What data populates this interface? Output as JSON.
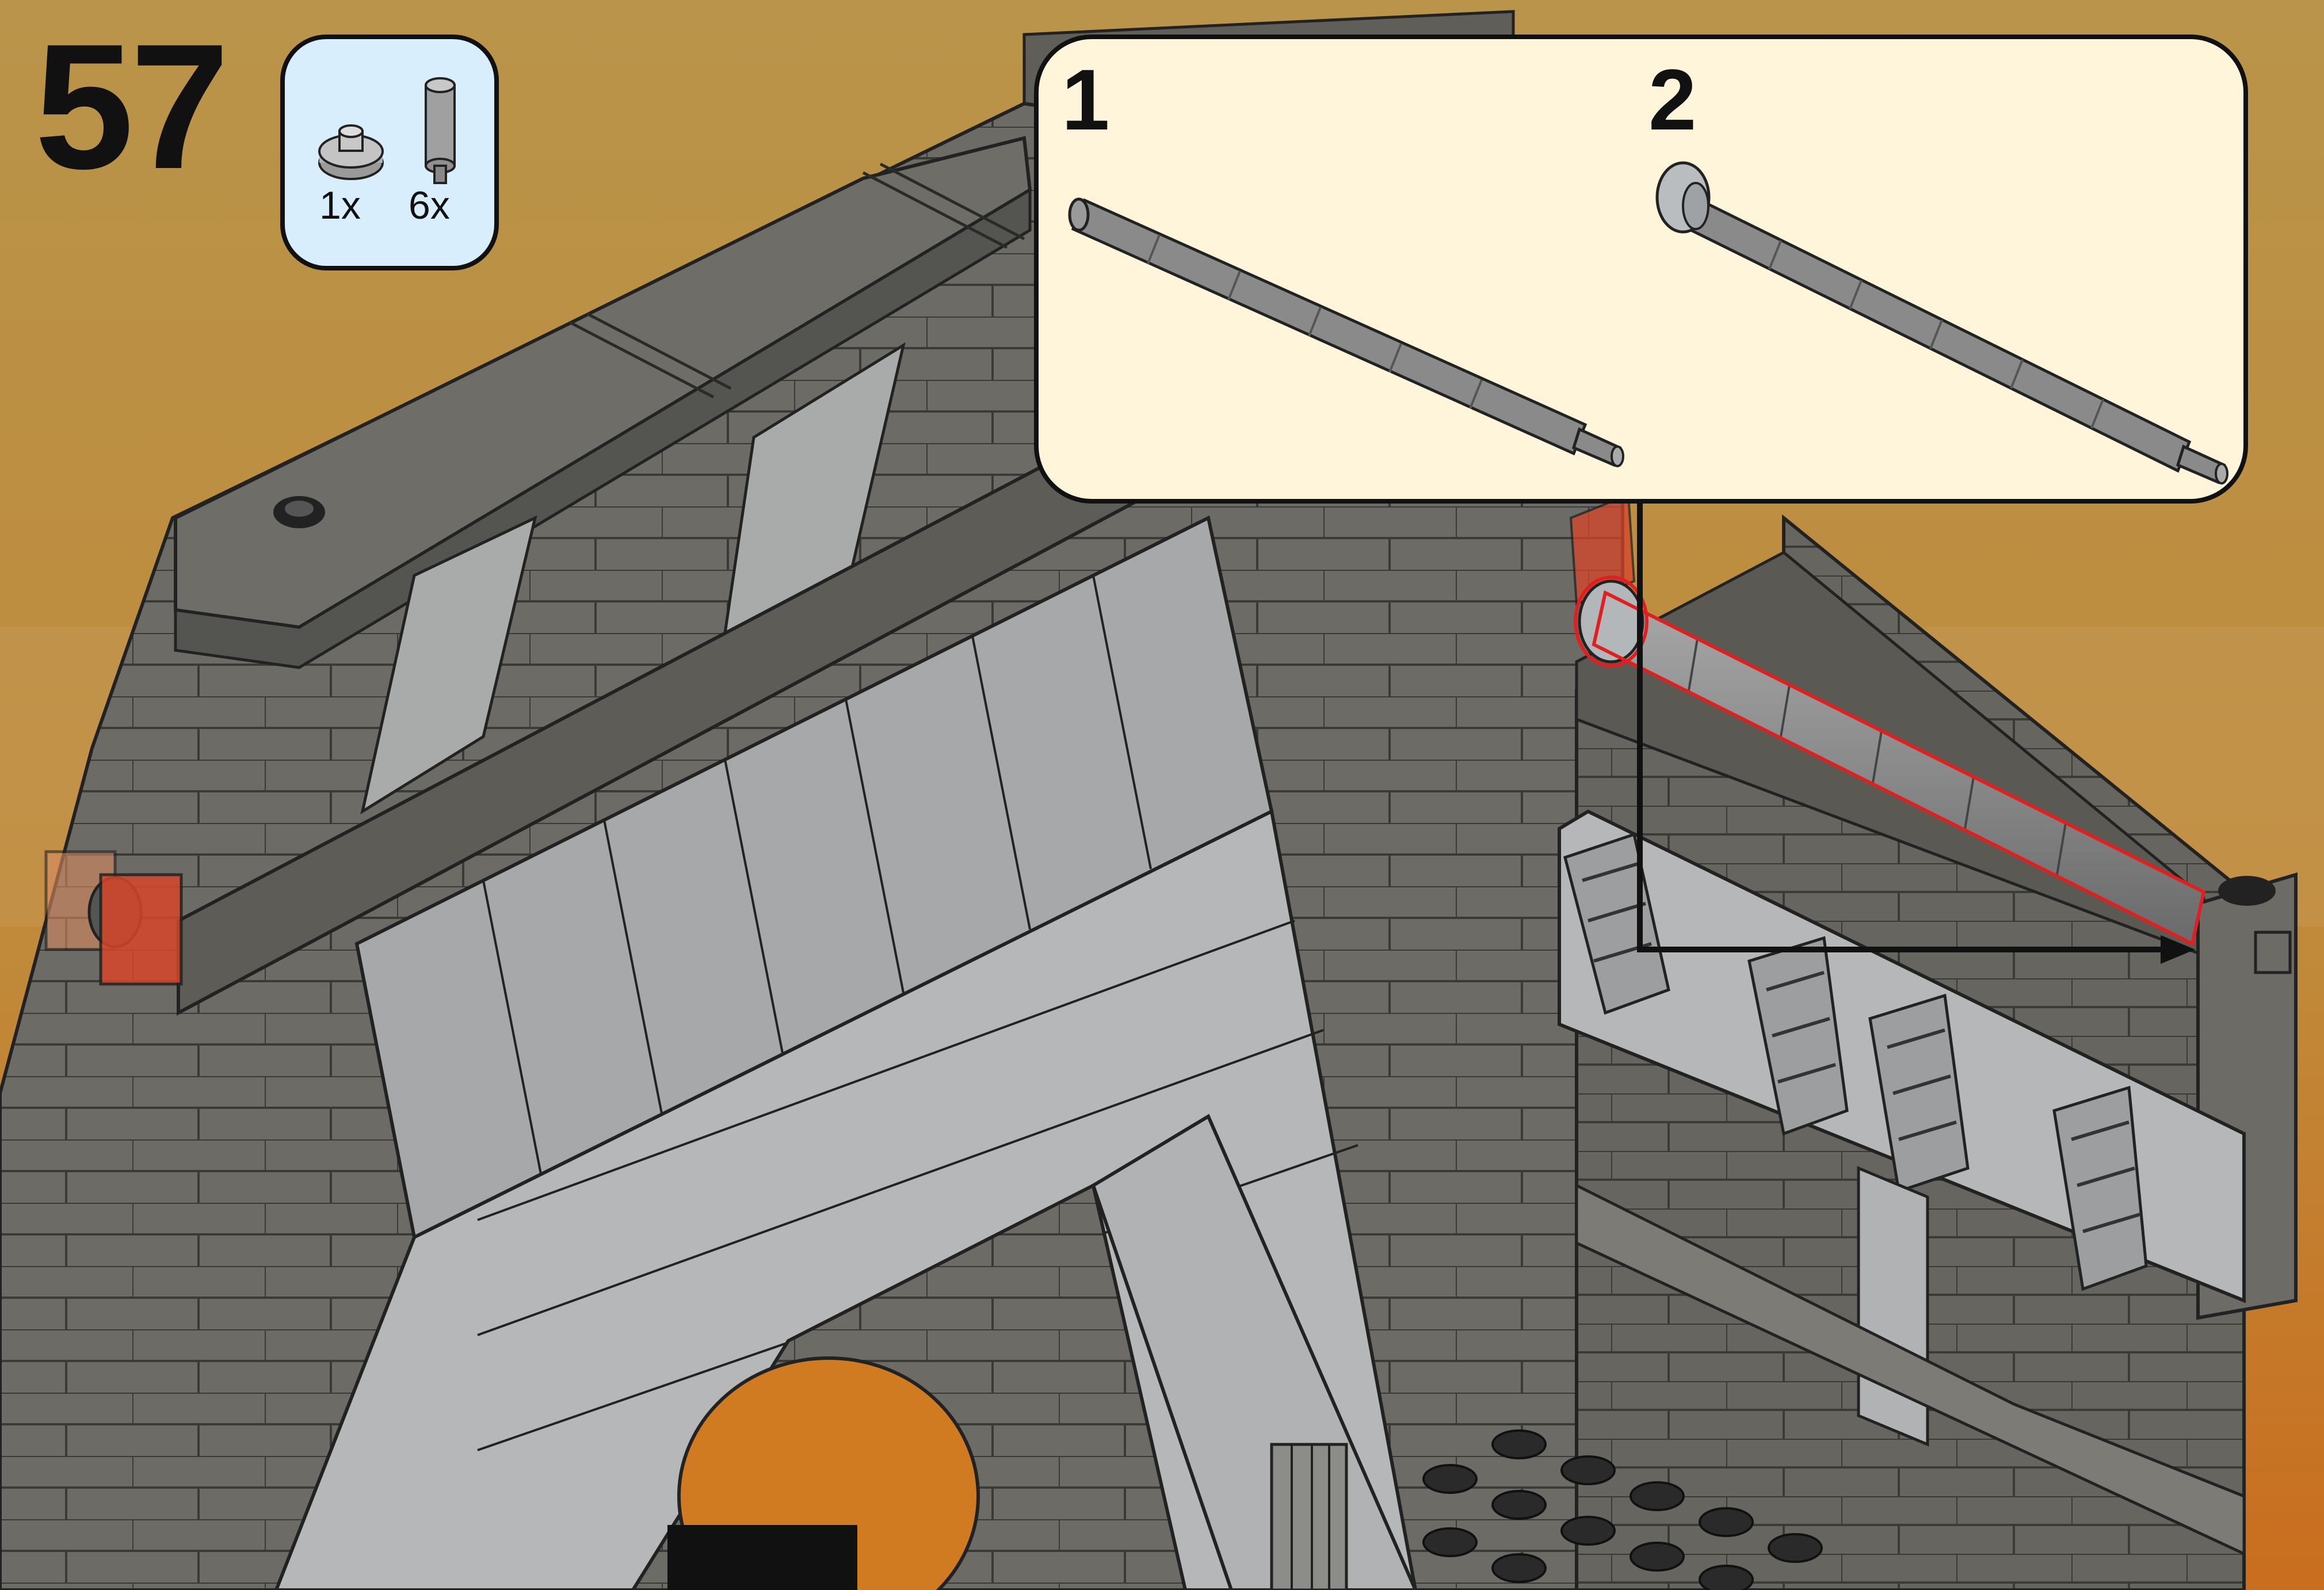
{
  "step": {
    "number": "57"
  },
  "parts_list": {
    "items": [
      {
        "icon": "round-plate-with-pin-icon",
        "quantity": "1x"
      },
      {
        "icon": "bar-with-stud-icon",
        "quantity": "6x"
      }
    ]
  },
  "callout": {
    "sub_steps": [
      {
        "label": "1",
        "icon": "bar-icon"
      },
      {
        "label": "2",
        "icon": "bar-with-round-cap-icon"
      }
    ]
  },
  "colors": {
    "background": "#b8903e",
    "wall_dark": "#6b6a64",
    "wall_light": "#a9abab",
    "callout_bg": "#fff5da",
    "parts_bg": "#d8eefc",
    "highlight": "#e02020",
    "bar_grey": "#8d8d8d"
  }
}
